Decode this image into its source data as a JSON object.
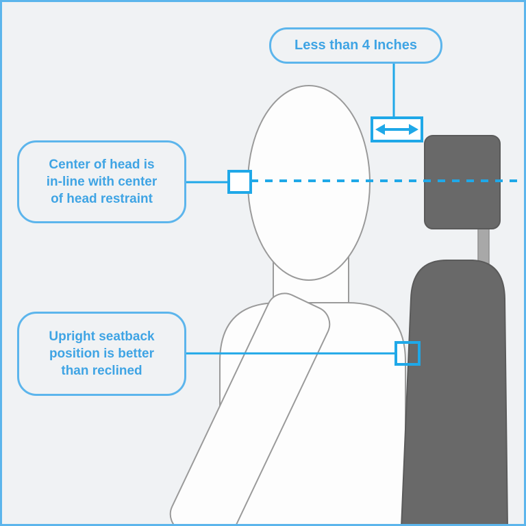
{
  "callouts": {
    "distance": {
      "label": "Less than 4 Inches"
    },
    "head_center": {
      "line1": "Center of head is",
      "line2": "in-line with center",
      "line3": "of head restraint"
    },
    "seatback": {
      "line1": "Upright seatback",
      "line2": "position is better",
      "line3": "than reclined"
    }
  },
  "icons": {
    "double_arrow": "left-right-arrow-icon"
  },
  "colors": {
    "accent_blue": "#1fa8e8",
    "callout_border_blue": "#5cb5ec",
    "callout_text_blue": "#3fa4e4",
    "seat_dark_gray": "#696969",
    "post_gray": "#a8a8a8",
    "figure_outline_gray": "#9a9a9a",
    "background": "#f0f2f4"
  }
}
